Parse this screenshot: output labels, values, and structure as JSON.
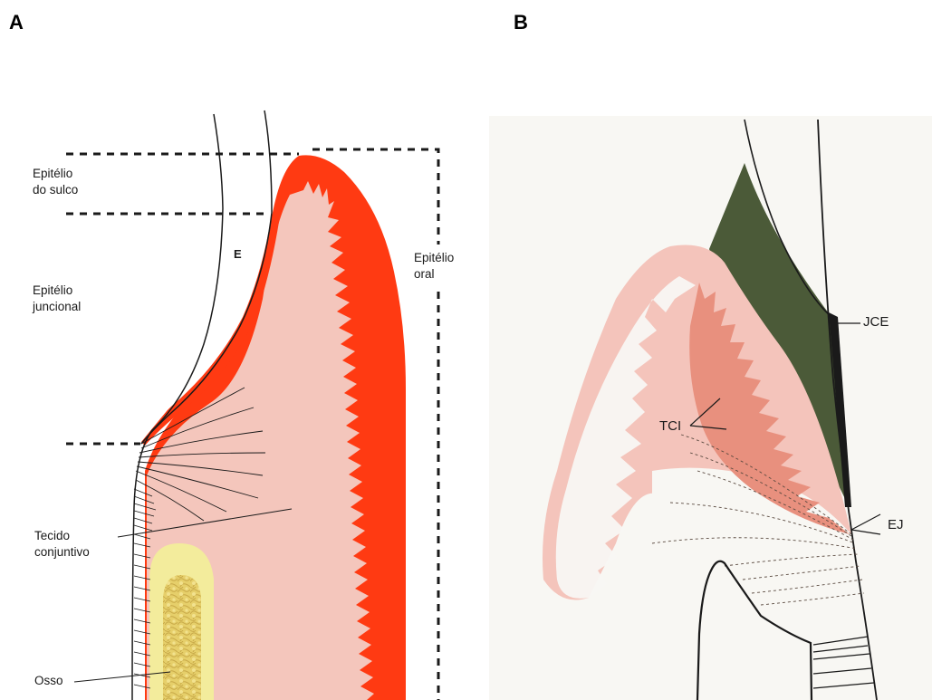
{
  "panels": {
    "a": {
      "letter": "A",
      "labels": {
        "epitelio_sulco_1": "Epitélio",
        "epitelio_sulco_2": "do sulco",
        "e_space": "E",
        "epitelio_juncional_1": "Epitélio",
        "epitelio_juncional_2": "juncional",
        "epitelio_oral_1": "Epitélio",
        "epitelio_oral_2": "oral",
        "tecido_conjuntivo_1": "Tecido",
        "tecido_conjuntivo_2": "conjuntivo",
        "osso": "Osso"
      }
    },
    "b": {
      "letter": "B",
      "labels": {
        "jce": "JCE",
        "tci": "TCI",
        "ej": "EJ"
      }
    }
  },
  "colors": {
    "epithelium_red": "#ff3a12",
    "connective_pink": "#f4c6bc",
    "bone_yellow": "#e9d87a",
    "bone_light": "#f3ec9c",
    "enamel_dark": "#4b5a38",
    "tci_salmon": "#e89080",
    "panel_b_bg": "#f8f7f3"
  }
}
